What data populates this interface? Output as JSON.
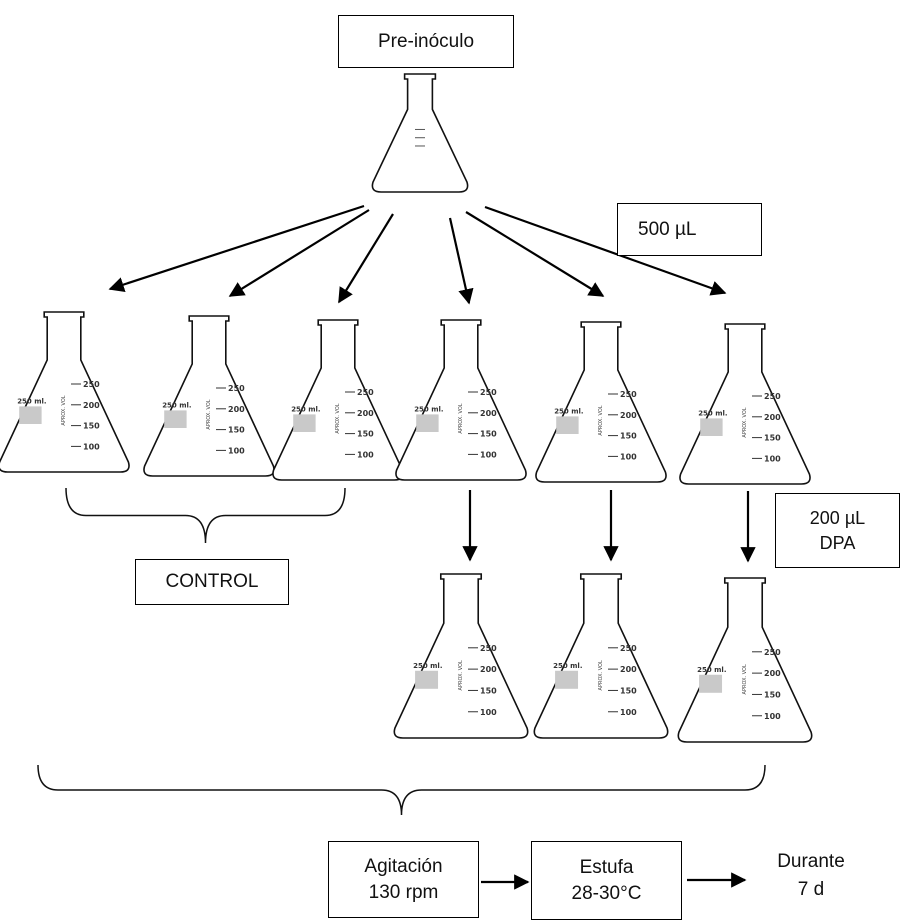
{
  "diagram": {
    "preinoculo_label": "Pre-inóculo",
    "transfer_volume": "500 µL",
    "dpa_label_line1": "200 µL",
    "dpa_label_line2": "DPA",
    "control_label": "CONTROL",
    "agitation_line1": "Agitación",
    "agitation_line2": "130 rpm",
    "oven_line1": "Estufa",
    "oven_line2": "28-30°C",
    "duration_line1": "Durante",
    "duration_line2": "7 d",
    "flask_volume_label": "250 ml.",
    "flask_side_label": "APROX. VOL",
    "flask_ticks": [
      "250",
      "200",
      "150",
      "100"
    ]
  }
}
